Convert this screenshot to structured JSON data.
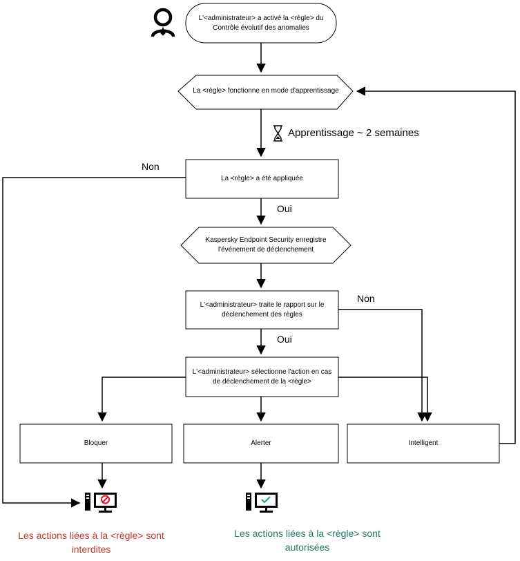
{
  "nodes": {
    "start": "L'<administrateur> a activé la <règle> du Contrôle évolutif des anomalies",
    "learning_mode": "La <règle> fonctionne en mode d'apprentissage",
    "rule_applied": "La <règle> a été appliquée",
    "kes_logs": "Kaspersky Endpoint Security enregistre l'événement de déclenchement",
    "admin_report": "L'<administrateur> traite le rapport sur le déclenchement des règles",
    "admin_select": "L'<administrateur> sélectionne l'action en cas de déclenchement de la <règle>",
    "block": "Bloquer",
    "alert": "Alerter",
    "smart": "Intelligent"
  },
  "labels": {
    "duration": "Apprentissage ~ 2 semaines",
    "no_1": "Non",
    "yes_1": "Oui",
    "no_2": "Non",
    "yes_2": "Oui"
  },
  "results": {
    "blocked": "Les actions liées à la <règle> sont interdites",
    "allowed": "Les actions liées à la <règle> sont autorisées"
  },
  "colors": {
    "blocked_text": "#c0392b",
    "allowed_text": "#1e7a62",
    "block_badge": "#d9162f",
    "allow_check": "#1fa58a",
    "line": "#000000"
  },
  "icons": {
    "user": "user-icon",
    "hourglass": "hourglass-icon",
    "computer_blocked": "computer-blocked-icon",
    "computer_allowed": "computer-allowed-icon"
  }
}
